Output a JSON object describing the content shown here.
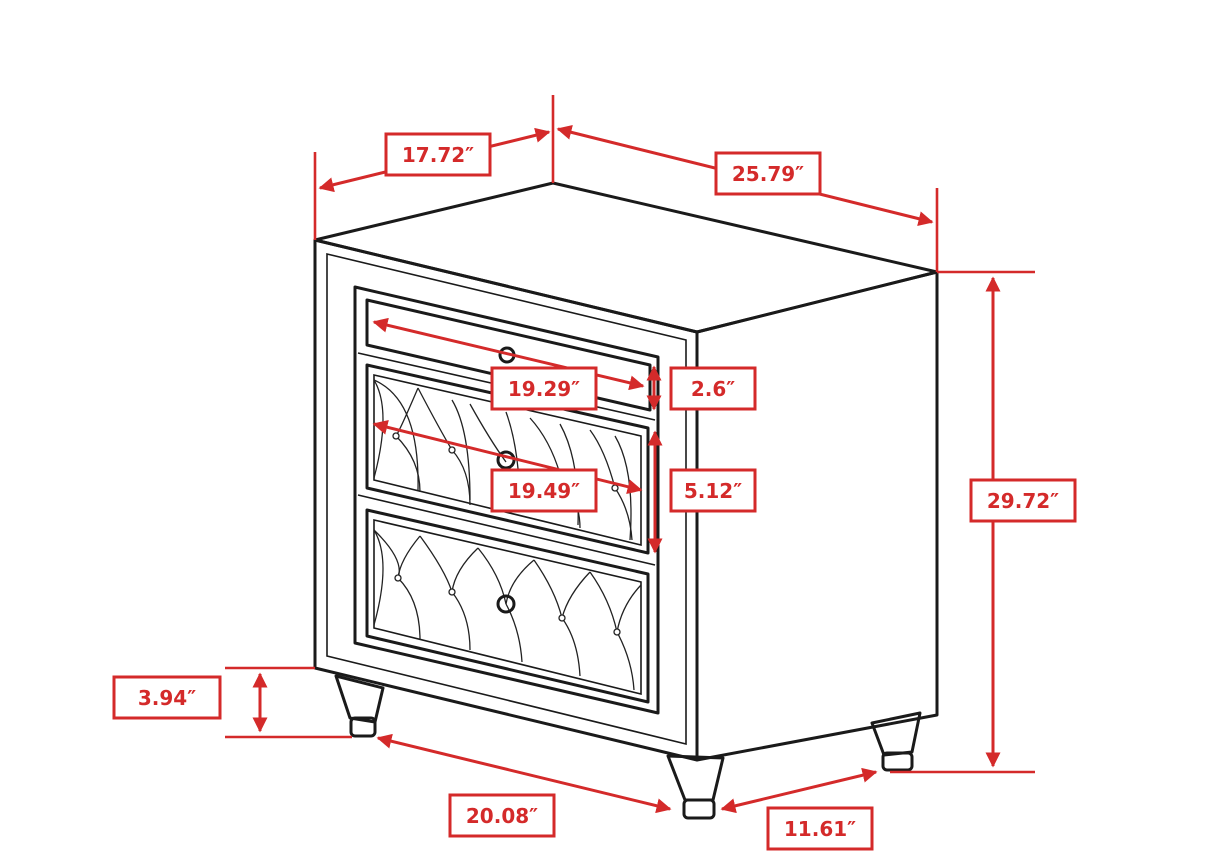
{
  "dimensions": {
    "depth_top": "17.72″",
    "width_top": "25.79″",
    "height_total": "29.72″",
    "top_drawer_width": "19.29″",
    "top_drawer_height": "2.6″",
    "middle_drawer_width": "19.49″",
    "middle_drawer_height": "5.12″",
    "leg_height": "3.94″",
    "base_width": "20.08″",
    "base_depth": "11.61″"
  },
  "colors": {
    "annotation": "#d42a2a",
    "line_art": "#1a1a1a",
    "background": "#ffffff"
  }
}
